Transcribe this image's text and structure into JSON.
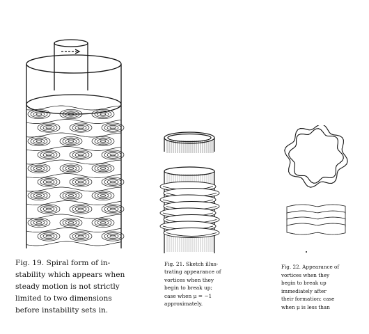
{
  "figures": [
    {
      "id": "fig19",
      "caption": "Fig. 19. Spiral form of in-\nstability which appears when\nsteady motion is not strictly\nlimited to two dimensions\nbefore instability sets in."
    },
    {
      "id": "fig21",
      "caption": "Fig. 21. Sketch illus-\ntrating appearance of\nvortices when they\nbegin to break up;\ncase when μ = −1\napproximately."
    },
    {
      "id": "fig22",
      "caption": "Fig. 22. Appearance of\nvortices when they\nbegin to break up\nimmediately after\ntheir formation: case\nwhen μ is less than"
    }
  ]
}
